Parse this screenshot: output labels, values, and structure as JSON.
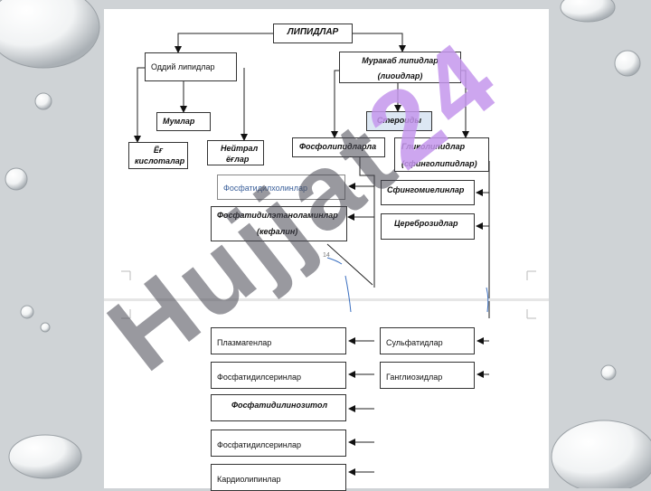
{
  "diagram": {
    "root": "ЛИПИДЛАР",
    "simple": "Оддий липидлар",
    "complex_l1": "Муракаб липидлар",
    "complex_l2": "(лиоидлар)",
    "waxes": "Мумлар",
    "fatty_acids_l1": "Ёғ",
    "fatty_acids_l2": "кислоталар",
    "neutral_fats_l1": "Нейтрал",
    "neutral_fats_l2": "ёғлар",
    "steroids": "Стероиды",
    "phospholipids": "Фосфолипидларла",
    "glycolipids_l1": "Гликолипидлар",
    "glycolipids_l2": "(сфинголипидлар)",
    "phosphatidylcholines": "Фосфатидилхолинлар",
    "phosphatidylethanolamines_l1": "Фосфатидилэтаноламинлар",
    "phosphatidylethanolamines_l2": "(кефалин)",
    "sphingomyelins": "Сфингомиелинлар",
    "cerebrosides": "Цереброзидлар",
    "plasmalogens": "Плазмагенлар",
    "phosphatidylserines_1": "Фосфатидилсеринлар",
    "phosphatidylinositol": "Фосфатидилинозитол",
    "phosphatidylserines_2": "Фосфатидилсеринлар",
    "cardiolipins": "Кардиолипинлар",
    "sulfatides": "Сульфатидлар",
    "gangliosides": "Ганглиозидлар",
    "page_number": "14"
  },
  "watermark": {
    "text": "Hujjat",
    "accent": "24"
  }
}
